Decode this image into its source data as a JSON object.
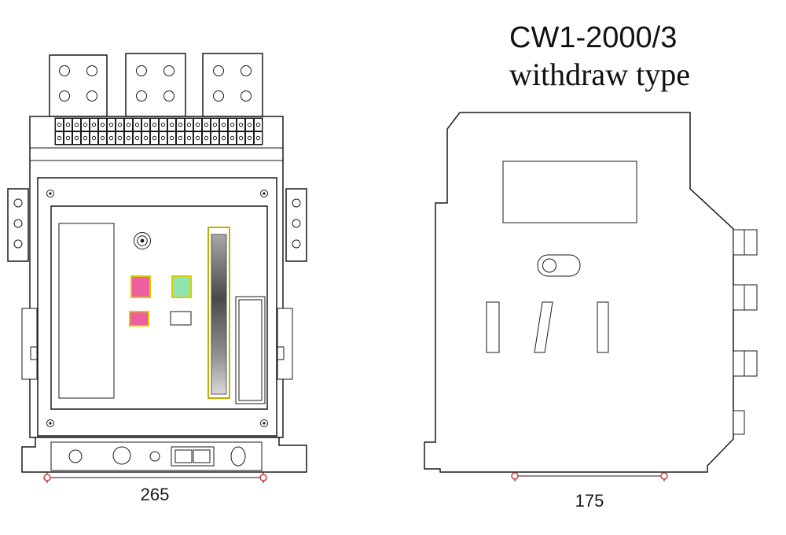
{
  "title": {
    "model": "CW1-2000/3",
    "subtitle": "withdraw type"
  },
  "views": {
    "front": {
      "dimension_label": "265"
    },
    "side": {
      "dimension_label": "175"
    }
  },
  "colors": {
    "line": "#1a1a1a",
    "indicator_pink": "#ee5f9f",
    "indicator_green": "#90e4ae",
    "indicator_border_yellow": "#d8cc00",
    "slot_border_yellow": "#c2ae00",
    "dimension_marker_red": "#cc3b3b"
  }
}
